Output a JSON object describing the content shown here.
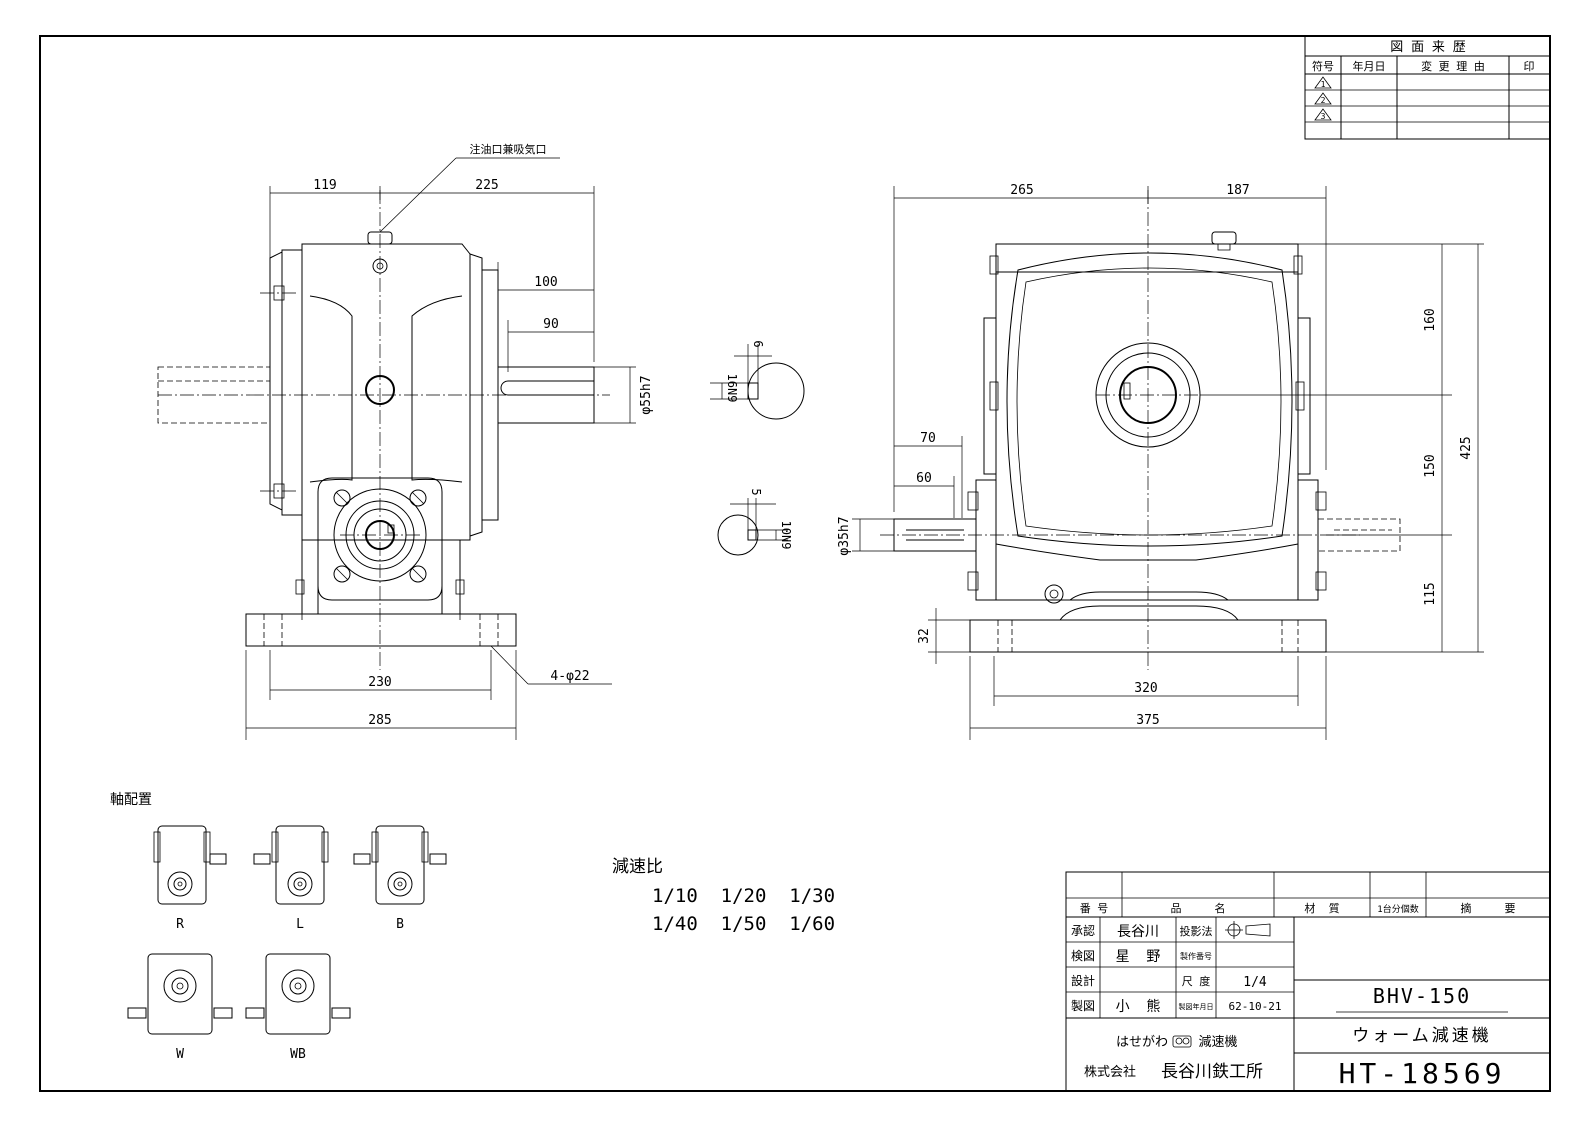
{
  "revision_table": {
    "title": "図 面 来 歴",
    "headers": [
      "符号",
      "年月日",
      "変 更 理 由",
      "印"
    ],
    "marks": [
      "1",
      "2",
      "3"
    ]
  },
  "front_view": {
    "oil_inlet_label": "注油口兼吸気口",
    "dims": {
      "d119": "119",
      "d225": "225",
      "d100": "100",
      "d90": "90",
      "d55h7": "φ55h7",
      "d230": "230",
      "d285": "285",
      "d4phi22": "4-φ22"
    }
  },
  "key_details": {
    "upper": {
      "width": "16N9",
      "depth": "6"
    },
    "lower": {
      "width": "10N9",
      "depth": "5"
    }
  },
  "side_view": {
    "dims": {
      "d265": "265",
      "d187": "187",
      "d70": "70",
      "d60": "60",
      "d35h7": "φ35h7",
      "d32": "32",
      "d320": "320",
      "d375": "375",
      "d160": "160",
      "d150": "150",
      "d115": "115",
      "d425": "425"
    }
  },
  "shaft_arrangement": {
    "title": "軸配置",
    "labels": [
      "R",
      "L",
      "B",
      "W",
      "WB"
    ]
  },
  "ratio": {
    "title": "減速比",
    "row1": "1/10  1/20  1/30",
    "row2": "1/40  1/50  1/60"
  },
  "title_block": {
    "header": {
      "number": "番 号",
      "name": "品     名",
      "material": "材  質",
      "qty": "1台分個数",
      "remarks": "摘     要"
    },
    "rows": [
      {
        "label": "承認",
        "value": "長谷川"
      },
      {
        "label": "検図",
        "value": "星  野"
      },
      {
        "label": "設計",
        "value": ""
      },
      {
        "label": "製図",
        "value": "小  熊"
      }
    ],
    "projection_label": "投影法",
    "seiban_label": "製作番号",
    "scale_label": "尺 度",
    "scale_value": "1/4",
    "date_label": "製図年月日",
    "date_value": "62-10-21",
    "model": "BHV-150",
    "product": "ウォーム減速機",
    "brand": "はせがわ",
    "brand_suffix": "減速機",
    "company": "株式会社",
    "company_name": "長谷川鉄工所",
    "drawing_number": "HT-18569"
  }
}
